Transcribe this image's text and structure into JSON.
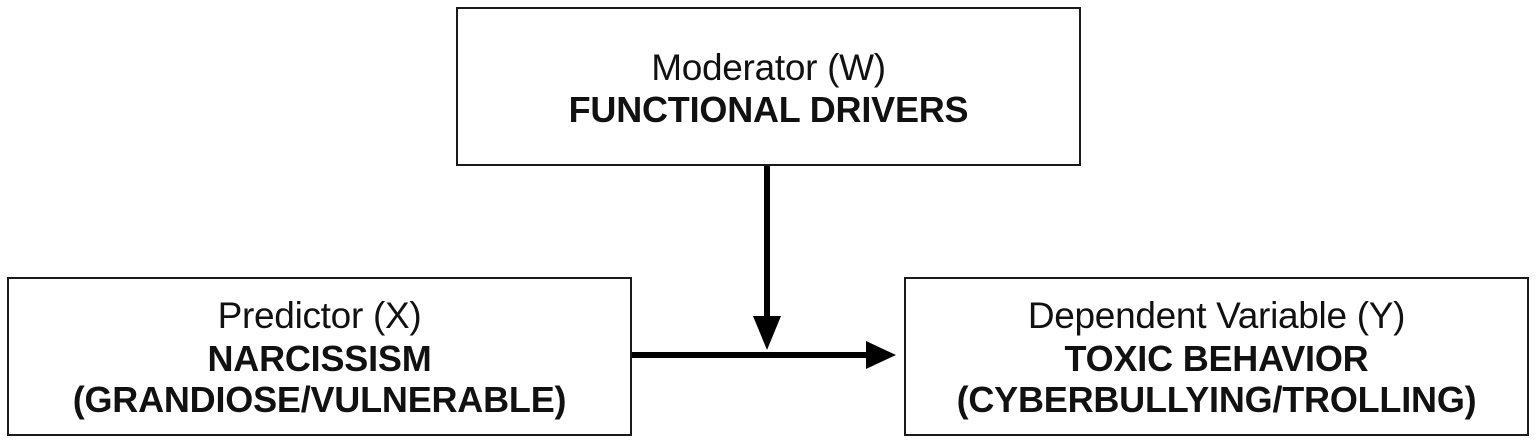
{
  "moderator": {
    "role": "Moderator (W)",
    "name_lines": [
      "FUNCTIONAL DRIVERS"
    ]
  },
  "predictor": {
    "role": "Predictor (X)",
    "name_lines": [
      "NARCISSISM",
      "(GRANDIOSE/VULNERABLE)"
    ]
  },
  "outcome": {
    "role": "Dependent Variable (Y)",
    "name_lines": [
      "TOXIC BEHAVIOR",
      "(CYBERBULLYING/TROLLING)"
    ]
  },
  "colors": {
    "line": "#000000",
    "border": "#1a1a1a",
    "background": "#ffffff"
  }
}
